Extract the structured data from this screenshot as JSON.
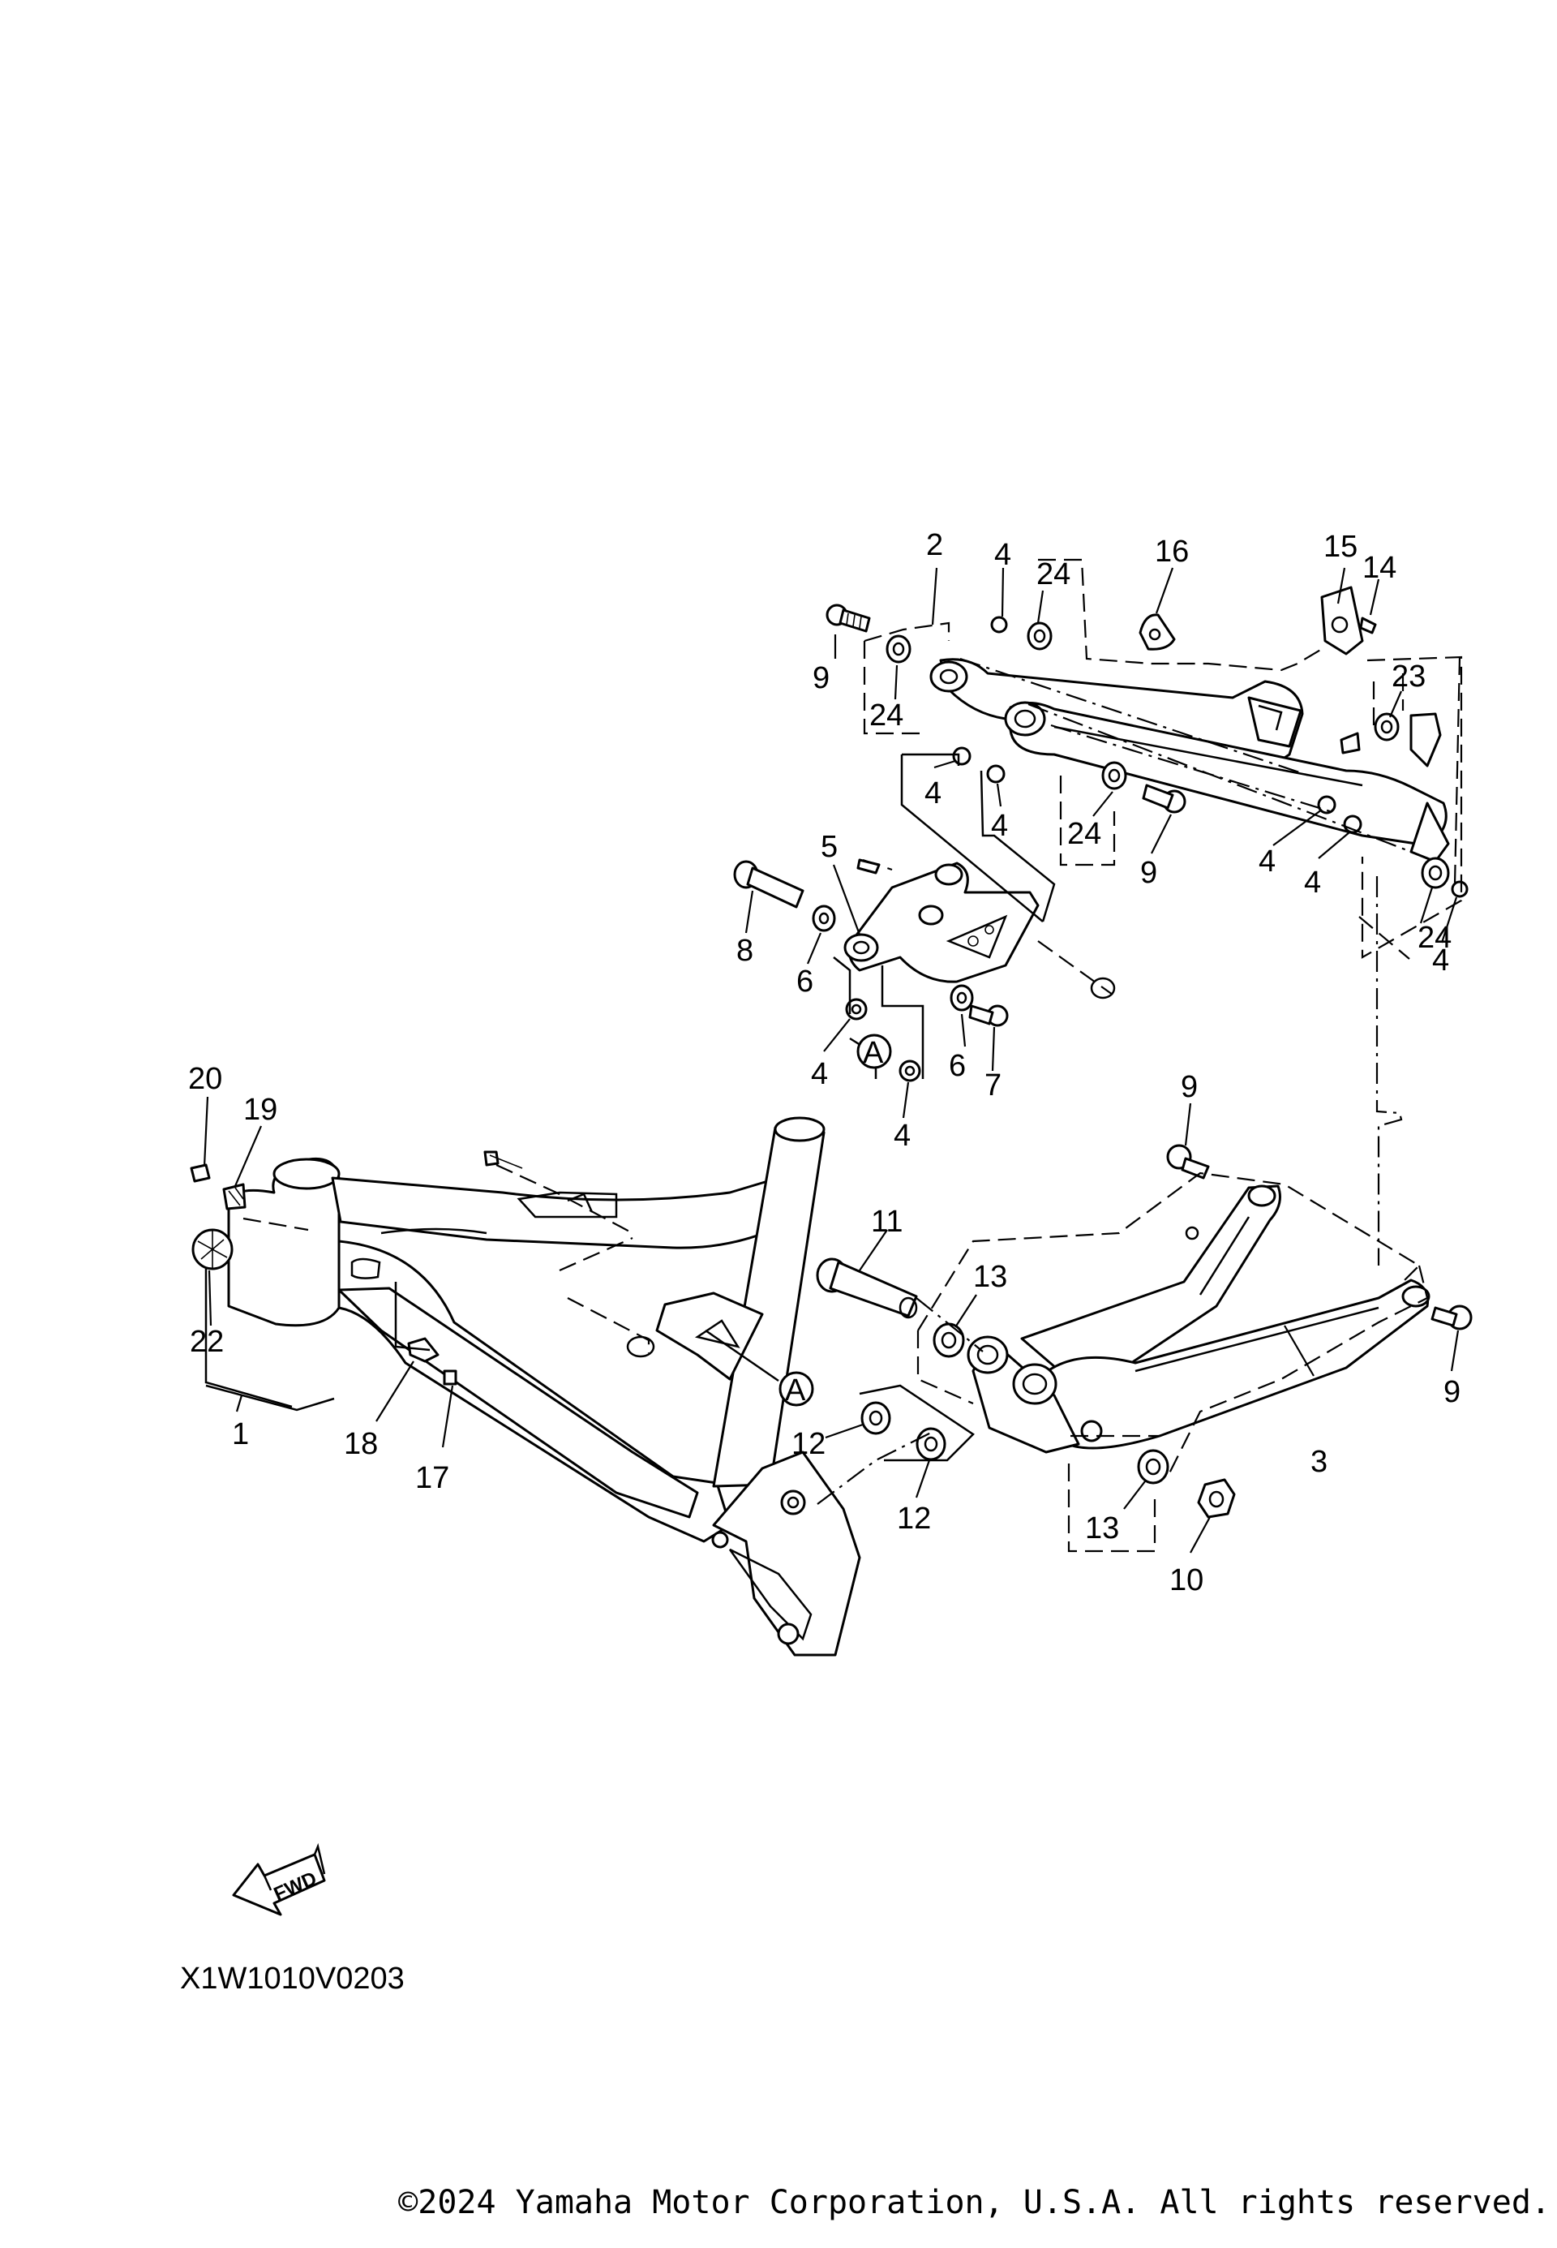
{
  "diagram": {
    "code": "X1W1010V0203",
    "fwd_label": "FWD",
    "reference_marker": "A",
    "copyright": "©2024 Yamaha Motor Corporation, U.S.A. All rights reserved."
  },
  "callouts": [
    "1",
    "2",
    "3",
    "4",
    "5",
    "6",
    "7",
    "8",
    "9",
    "10",
    "11",
    "12",
    "13",
    "14",
    "15",
    "16",
    "17",
    "18",
    "19",
    "20",
    "22",
    "23",
    "24"
  ]
}
